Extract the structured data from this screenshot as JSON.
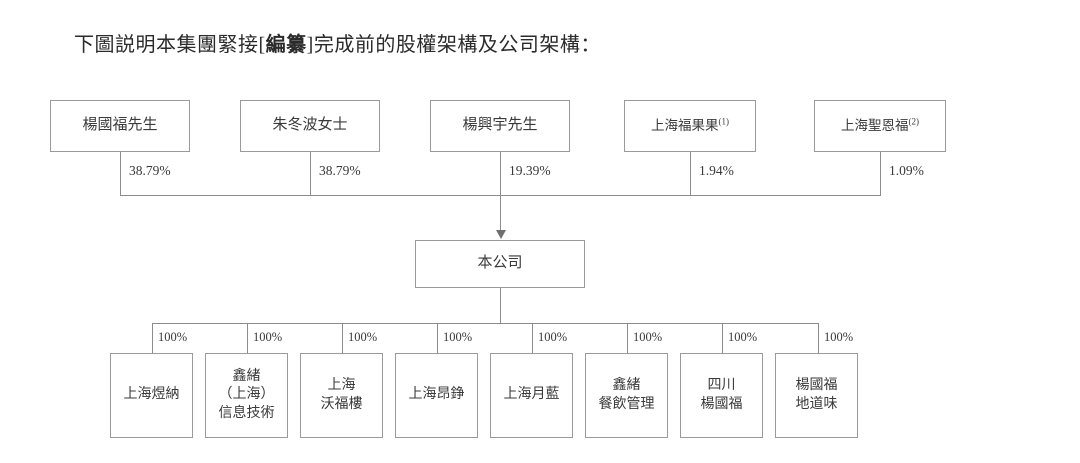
{
  "title": {
    "prefix": "下圖説明本集團緊接[",
    "bold": "編纂",
    "suffix": "]完成前的股權架構及公司架構："
  },
  "chart_data": {
    "type": "diagram",
    "title": "下圖説明本集團緊接[編纂]完成前的股權架構及公司架構：",
    "shareholders": [
      {
        "name": "楊國福先生",
        "footnote": "",
        "percent": "38.79%"
      },
      {
        "name": "朱冬波女士",
        "footnote": "",
        "percent": "38.79%"
      },
      {
        "name": "楊興宇先生",
        "footnote": "",
        "percent": "19.39%"
      },
      {
        "name": "上海福果果",
        "footnote": "(1)",
        "percent": "1.94%"
      },
      {
        "name": "上海聖恩福",
        "footnote": "(2)",
        "percent": "1.09%"
      }
    ],
    "company": {
      "name": "本公司"
    },
    "subsidiaries": [
      {
        "name": "上海煜納",
        "percent": "100%"
      },
      {
        "name": "鑫緒\n（上海）\n信息技術",
        "percent": "100%"
      },
      {
        "name": "上海\n沃福樓",
        "percent": "100%"
      },
      {
        "name": "上海昂錚",
        "percent": "100%"
      },
      {
        "name": "上海月藍",
        "percent": "100%"
      },
      {
        "name": "鑫緒\n餐飲管理",
        "percent": "100%"
      },
      {
        "name": "四川\n楊國福",
        "percent": "100%"
      },
      {
        "name": "楊國福\n地道味",
        "percent": "100%"
      }
    ],
    "colors": {
      "box_border": "#9a9a9a",
      "line": "#8c8c8c",
      "text": "#3a3a3a",
      "background": "#ffffff"
    }
  }
}
